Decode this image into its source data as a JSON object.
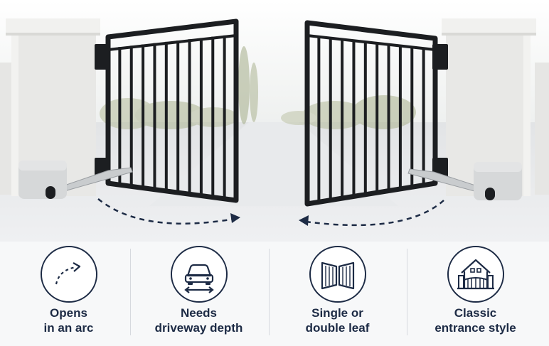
{
  "features": [
    {
      "icon": "arc-arrow-icon",
      "line1": "Opens",
      "line2": "in an arc"
    },
    {
      "icon": "car-depth-icon",
      "line1": "Needs",
      "line2": "driveway depth"
    },
    {
      "icon": "double-leaf-icon",
      "line1": "Single or",
      "line2": "double leaf"
    },
    {
      "icon": "classic-entrance-icon",
      "line1": "Classic",
      "line2": "entrance style"
    }
  ],
  "colors": {
    "navy": "#1d2b45",
    "gate": "#1c1e21",
    "pillar": "#e9e9e8"
  }
}
